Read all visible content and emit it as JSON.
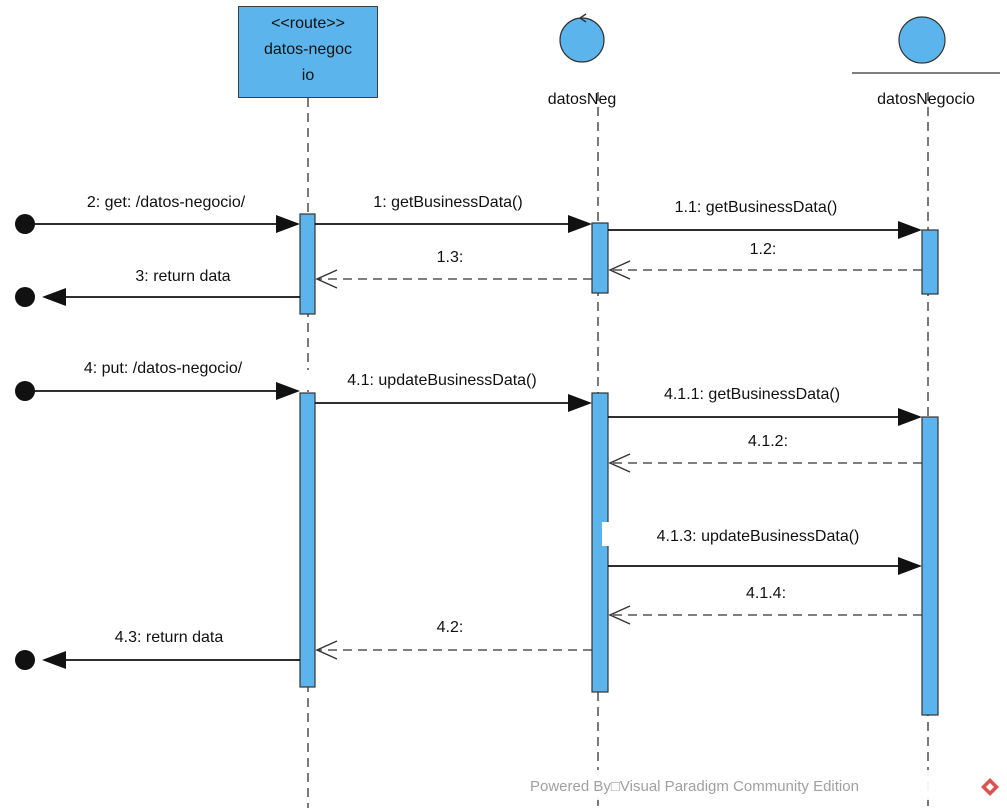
{
  "participants": {
    "route": {
      "stereotype": "<<route>>",
      "name_line1": "datos-negoc",
      "name_line2": "io"
    },
    "control": {
      "name": "datosNeg",
      "icon": "control-icon"
    },
    "entity": {
      "name": "datosNegocio",
      "icon": "entity-icon"
    }
  },
  "messages": {
    "m2": "2: get: /datos-negocio/",
    "m1": "1: getBusinessData()",
    "m1_1": "1.1: getBusinessData()",
    "m1_2": "1.2:",
    "m1_3": "1.3:",
    "m3": "3: return data",
    "m4": "4: put: /datos-negocio/",
    "m4_1": "4.1: updateBusinessData()",
    "m4_1_1": "4.1.1: getBusinessData()",
    "m4_1_2": "4.1.2:",
    "m4_1_3": "4.1.3: updateBusinessData()",
    "m4_1_4": "4.1.4:",
    "m4_2": "4.2:",
    "m4_3": "4.3: return data"
  },
  "watermark": {
    "text": "Powered By□Visual Paradigm Community Edition"
  },
  "colors": {
    "activation": "#5bb4ec",
    "line": "#333333",
    "logo_red": "#d9534f"
  }
}
